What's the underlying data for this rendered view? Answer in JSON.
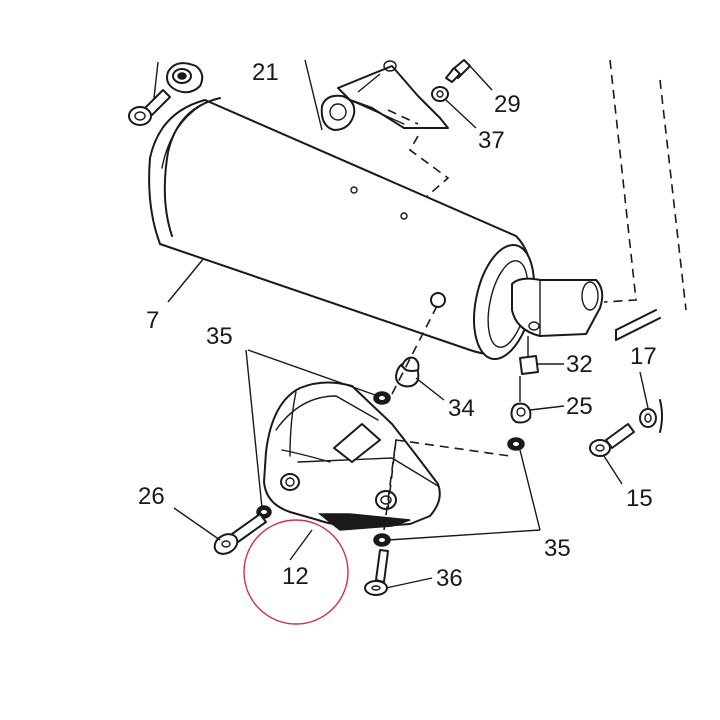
{
  "diagram": {
    "labels": {
      "p7": "7",
      "p12": "12",
      "p15": "15",
      "p17": "17",
      "p21": "21",
      "p25": "25",
      "p26": "26",
      "p29": "29",
      "p32": "32",
      "p34": "34",
      "p35a": "35",
      "p35b": "35",
      "p36": "36",
      "p37": "37"
    },
    "highlight_color": "#cc3344"
  }
}
